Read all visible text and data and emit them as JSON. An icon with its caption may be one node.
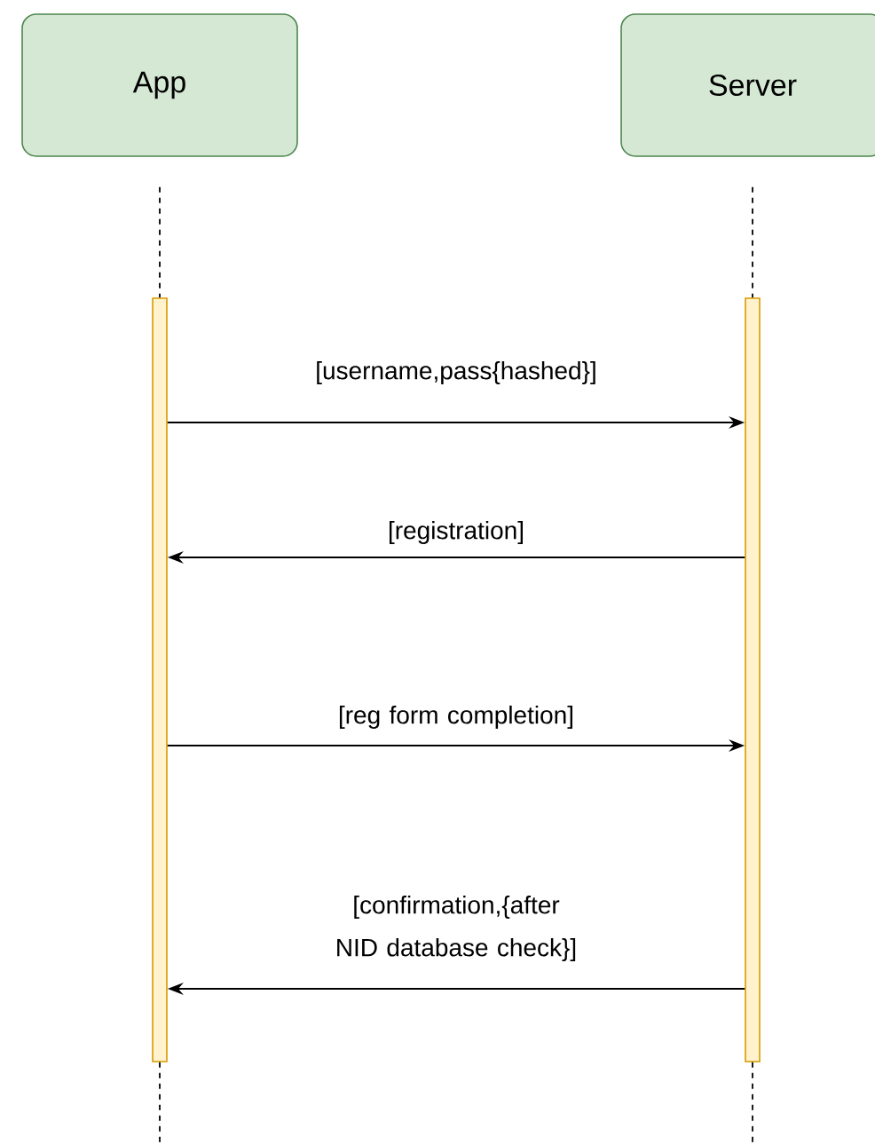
{
  "diagram": {
    "nodes": [
      {
        "text": [
          "App"
        ]
      },
      {
        "text": [
          "Server"
        ]
      },
      {
        "text": [],
        "shape": "bar"
      },
      {
        "text": [],
        "shape": "bar"
      }
    ],
    "edges": [
      {
        "from": 0,
        "to": 2,
        "arrow": "none",
        "style": "dashed"
      },
      {
        "from": 1,
        "to": 3,
        "arrow": "none",
        "style": "dashed"
      },
      {
        "from": 2,
        "to": null,
        "arrow": "none",
        "style": "dashed"
      },
      {
        "from": 3,
        "to": null,
        "arrow": "none",
        "style": "dashed"
      },
      {
        "from": 2,
        "to": 3,
        "arrow": "to",
        "label": "[username,pass{hashed}]"
      },
      {
        "from": 3,
        "to": 2,
        "arrow": "to",
        "label": "[registration]"
      },
      {
        "from": 2,
        "to": 3,
        "arrow": "to",
        "label": "[reg form completion]"
      },
      {
        "from": 3,
        "to": 2,
        "arrow": "to",
        "label": "[confirmation,{after NID database check}]"
      }
    ]
  }
}
